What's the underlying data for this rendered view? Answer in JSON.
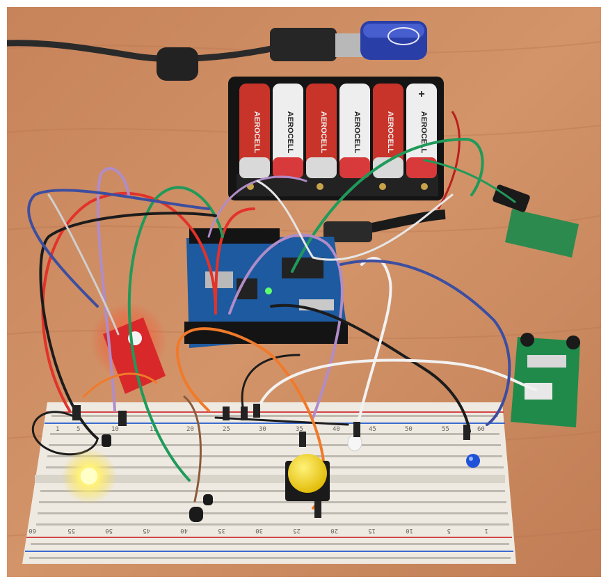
{
  "scene": {
    "battery_labels": [
      "AEROCELL",
      "AEROCELL",
      "AEROCELL",
      "AEROCELL",
      "AEROCELL",
      "AEROCELL"
    ],
    "battery_plus": "+",
    "breadboard_top_numbers": [
      "1",
      "5",
      "10",
      "15",
      "20",
      "25",
      "30",
      "35",
      "40",
      "45",
      "50",
      "55",
      "60"
    ],
    "breadboard_bottom_numbers": [
      "60",
      "55",
      "50",
      "45",
      "40",
      "35",
      "30",
      "25",
      "20",
      "15",
      "10",
      "5",
      "1"
    ]
  },
  "colors": {
    "table": "#c98a5e",
    "battery_red": "#c8342a",
    "battery_white": "#eeeeee",
    "arduino_blue": "#1d5aa0",
    "breadboard": "#eeeae2",
    "wire_red": "#e2322a",
    "wire_green": "#1f9a5a",
    "wire_purple": "#b08cc8",
    "wire_black": "#1c1c1c",
    "wire_orange": "#f07a2a",
    "wire_white": "#f2f2f2",
    "wire_blue": "#3c4ea0",
    "button_yellow": "#f2d21a"
  }
}
